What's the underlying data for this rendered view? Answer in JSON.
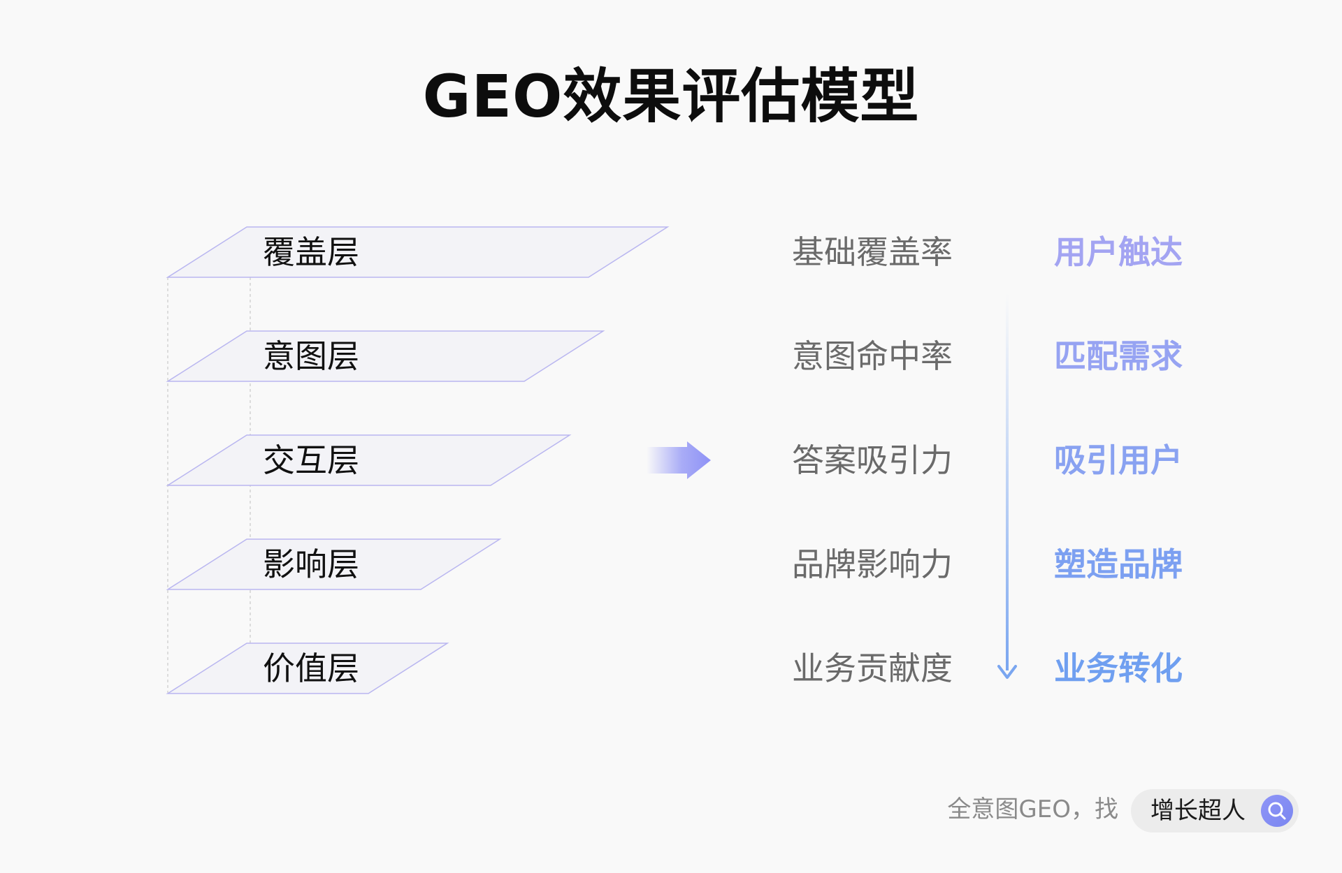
{
  "title": "GEO效果评估模型",
  "layers": [
    {
      "label": "覆盖层",
      "metric": "基础覆盖率",
      "goal": "用户触达"
    },
    {
      "label": "意图层",
      "metric": "意图命中率",
      "goal": "匹配需求"
    },
    {
      "label": "交互层",
      "metric": "答案吸引力",
      "goal": "吸引用户"
    },
    {
      "label": "影响层",
      "metric": "品牌影响力",
      "goal": "塑造品牌"
    },
    {
      "label": "价值层",
      "metric": "业务贡献度",
      "goal": "业务转化"
    }
  ],
  "colors": {
    "layer_fill": "#f3f3f7",
    "layer_stroke": "#b9b6f0",
    "arrow": "#8e92f6",
    "goal_start": "#a3a4f2",
    "goal_end": "#6f9ff0",
    "flow_line": "#8fb4f3"
  },
  "footer": {
    "text": "全意图GEO，找",
    "pill_label": "增长超人",
    "search_icon": "search-icon"
  }
}
